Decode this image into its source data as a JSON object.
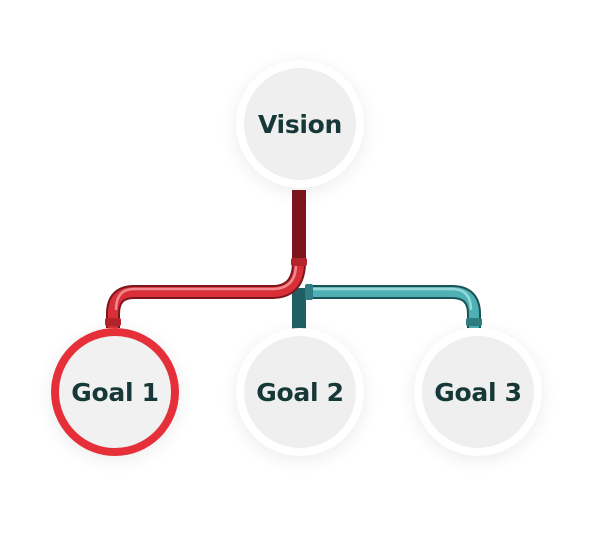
{
  "nodes": {
    "vision": {
      "label": "Vision"
    },
    "goal1": {
      "label": "Goal 1",
      "active": true
    },
    "goal2": {
      "label": "Goal 2"
    },
    "goal3": {
      "label": "Goal 3"
    }
  },
  "colors": {
    "red_pipe": "#d92f38",
    "teal_pipe": "#3b9aa0",
    "active_ring": "#e5303a",
    "label_text": "#163838",
    "node_fill": "#efefef"
  }
}
